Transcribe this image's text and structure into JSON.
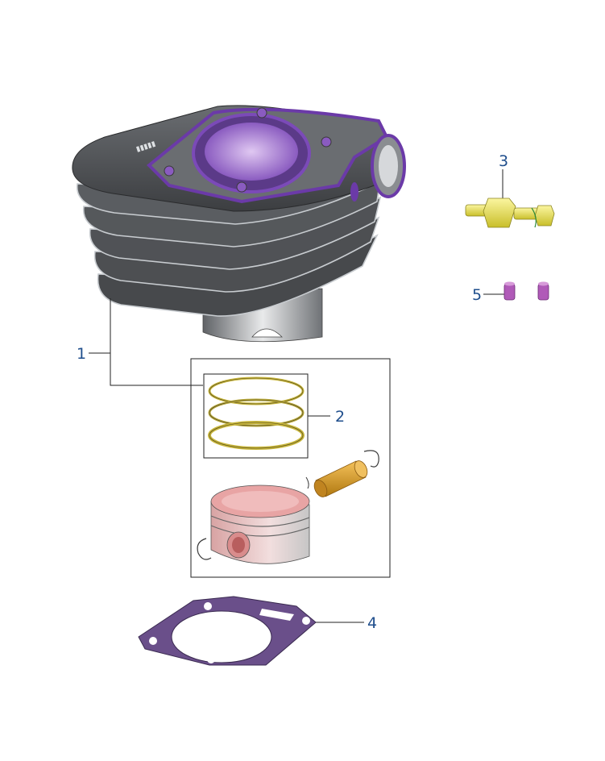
{
  "callouts": {
    "c1": "1",
    "c2": "2",
    "c3": "3",
    "c4": "4",
    "c5": "5"
  },
  "parts": {
    "cylinder_colors": {
      "body": "#4b4d50",
      "fin_edge": "#bfc3c7",
      "gasket": "#6b3aa8",
      "bore": "#b48ad9"
    },
    "piston_colors": {
      "crown": "#e7a9a9",
      "skirt": "#e2c2c2",
      "ring": "#b8a83a",
      "pin": "#d39a24"
    },
    "fitting_color": "#e8e060",
    "dowel_color": "#b05ab8",
    "gasket_color": "#6a4f8a"
  }
}
